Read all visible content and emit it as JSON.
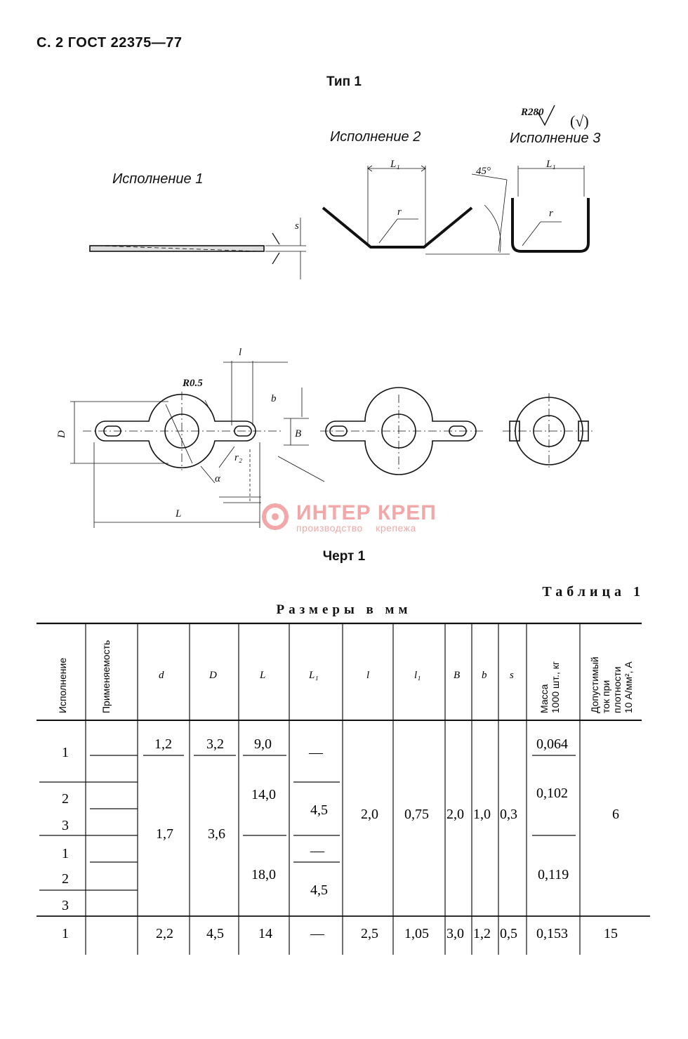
{
  "header": {
    "page": "С. 2 ГОСТ 22375—77"
  },
  "drawing": {
    "type_title": "Тип 1",
    "variant1_label": "Исполнение 1",
    "variant2_label": "Исполнение 2",
    "variant3_label": "Исполнение 3",
    "roughness": "R280",
    "roughness_check": "(√)",
    "angle": "45°",
    "dims": {
      "L1": "L₁",
      "r": "r",
      "s": "s",
      "l": "l",
      "R05": "R0.5",
      "D": "D",
      "b": "b",
      "B": "B",
      "r2": "r₂",
      "a": "α",
      "L": "L"
    },
    "caption": "Черт 1"
  },
  "watermark": {
    "name": "ИНТЕР КРЕП",
    "subtitle": "производство крепежа"
  },
  "table": {
    "caption": "Таблица 1",
    "subtitle": "Размеры в мм",
    "headers": {
      "variant": "Исполнение",
      "application": "Применяемость",
      "d": "d",
      "D": "D",
      "L": "L",
      "L1": "L₁",
      "l": "l",
      "l1": "l₁",
      "B": "B",
      "b": "b",
      "s": "s",
      "mass": [
        "Масса",
        "1000 шт., кг"
      ],
      "current": [
        "Допустимый",
        "ток при",
        "плотности",
        "10 А/мм², А"
      ]
    },
    "variants": [
      "1",
      "2",
      "3",
      "1",
      "2",
      "3",
      "1"
    ],
    "cells": {
      "d1": "1,2",
      "D1": "3,2",
      "L1r": "9,0",
      "L1a": "—",
      "d2": "1,7",
      "D2": "3,6",
      "L2": "14,0",
      "L1b": "4,5",
      "L3": "18,0",
      "L1c": "—",
      "L1d": "4,5",
      "l": "2,0",
      "l1": "0,75",
      "B": "2,0",
      "b": "1,0",
      "s": "0,3",
      "m1": "0,064",
      "m2": "0,102",
      "m3": "0,119",
      "cur1": "6",
      "d3": "2,2",
      "D3": "4,5",
      "L4": "14",
      "L1e": "—",
      "l3": "2,5",
      "l13": "1,05",
      "B3": "3,0",
      "b3": "1,2",
      "s3": "0,5",
      "m4": "0,153",
      "cur2": "15"
    }
  }
}
